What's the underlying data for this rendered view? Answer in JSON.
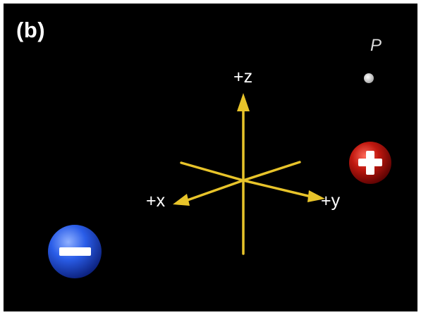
{
  "panel_label": "(b)",
  "axes": {
    "z_label": "+z",
    "x_label": "+x",
    "y_label": "+y",
    "color": "#e8c42a"
  },
  "point": {
    "label": "P",
    "color": "#dcdcdc"
  },
  "charges": [
    {
      "name": "positive-charge",
      "sign": "+",
      "color": "#b31212"
    },
    {
      "name": "negative-charge",
      "sign": "-",
      "color": "#1e4fd6"
    }
  ],
  "background": "#000000"
}
